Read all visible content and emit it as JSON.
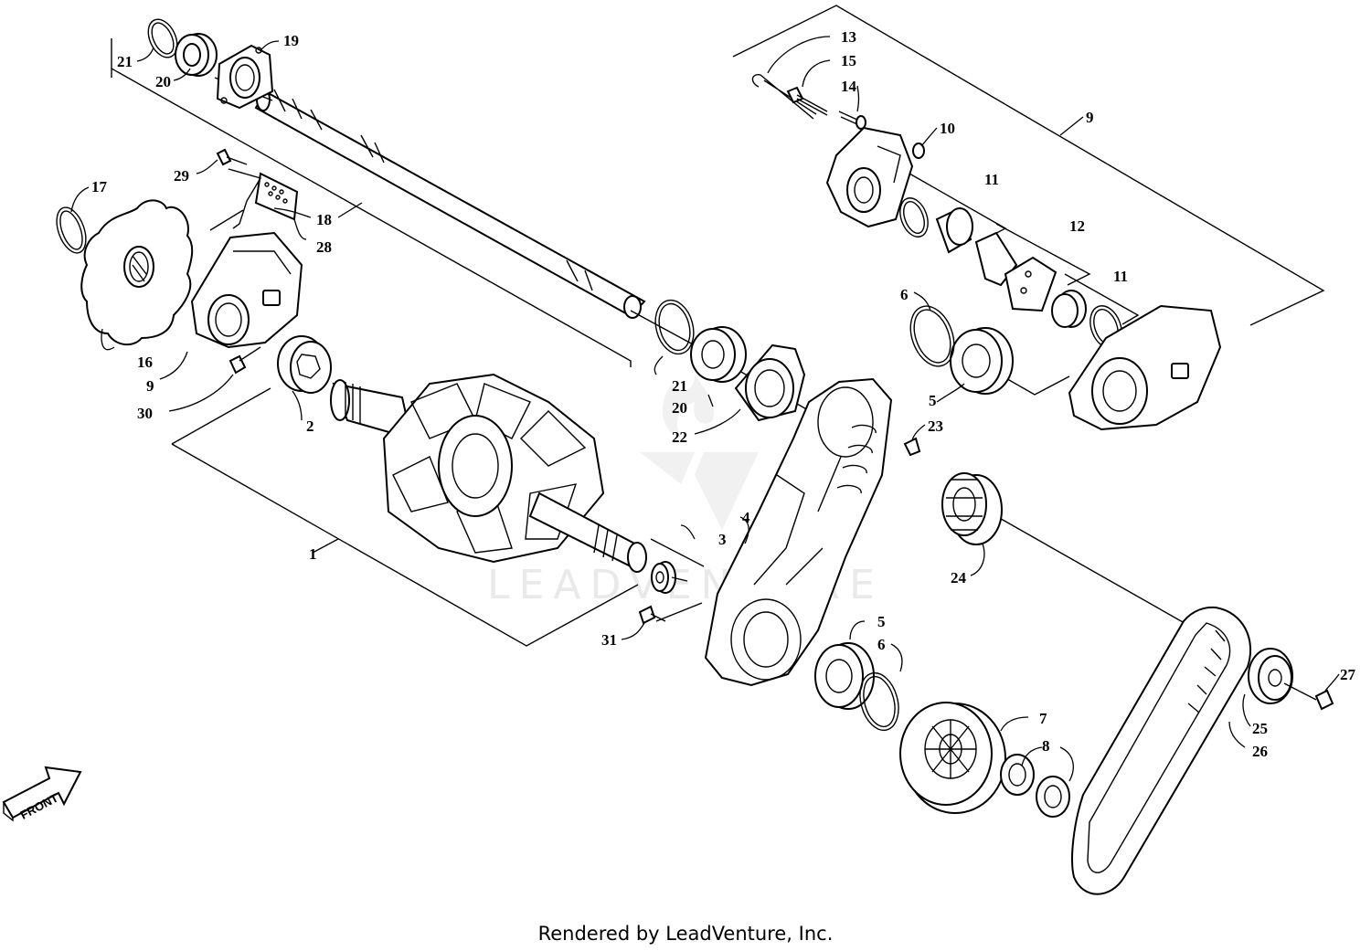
{
  "watermark": {
    "text": "LEADVENTURE"
  },
  "front_label": "FRONT",
  "footer": {
    "credit": "Rendered by LeadVenture, Inc."
  },
  "callouts": [
    {
      "id": "c1",
      "text": "1"
    },
    {
      "id": "c2",
      "text": "2"
    },
    {
      "id": "c3",
      "text": "3"
    },
    {
      "id": "c4",
      "text": "4"
    },
    {
      "id": "c5a",
      "text": "5"
    },
    {
      "id": "c5b",
      "text": "5"
    },
    {
      "id": "c6a",
      "text": "6"
    },
    {
      "id": "c6b",
      "text": "6"
    },
    {
      "id": "c7",
      "text": "7"
    },
    {
      "id": "c8",
      "text": "8"
    },
    {
      "id": "c9a",
      "text": "9"
    },
    {
      "id": "c9b",
      "text": "9"
    },
    {
      "id": "c10",
      "text": "10"
    },
    {
      "id": "c11a",
      "text": "11"
    },
    {
      "id": "c11b",
      "text": "11"
    },
    {
      "id": "c12",
      "text": "12"
    },
    {
      "id": "c13",
      "text": "13"
    },
    {
      "id": "c14",
      "text": "14"
    },
    {
      "id": "c15",
      "text": "15"
    },
    {
      "id": "c16",
      "text": "16"
    },
    {
      "id": "c17",
      "text": "17"
    },
    {
      "id": "c18",
      "text": "18"
    },
    {
      "id": "c19",
      "text": "19"
    },
    {
      "id": "c20a",
      "text": "20"
    },
    {
      "id": "c20b",
      "text": "20"
    },
    {
      "id": "c21a",
      "text": "21"
    },
    {
      "id": "c21b",
      "text": "21"
    },
    {
      "id": "c22",
      "text": "22"
    },
    {
      "id": "c23",
      "text": "23"
    },
    {
      "id": "c24",
      "text": "24"
    },
    {
      "id": "c25",
      "text": "25"
    },
    {
      "id": "c26",
      "text": "26"
    },
    {
      "id": "c27",
      "text": "27"
    },
    {
      "id": "c28",
      "text": "28"
    },
    {
      "id": "c29",
      "text": "29"
    },
    {
      "id": "c30",
      "text": "30"
    },
    {
      "id": "c31",
      "text": "31"
    }
  ]
}
